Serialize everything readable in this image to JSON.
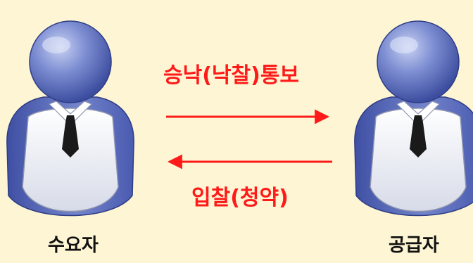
{
  "participants": {
    "left": {
      "label": "수요자",
      "icon": "businessman-icon"
    },
    "right": {
      "label": "공급자",
      "icon": "businessman-icon"
    }
  },
  "messages": {
    "top": {
      "label": "승낙(낙찰)통보",
      "direction": "right"
    },
    "bottom": {
      "label": "입찰(청약)",
      "direction": "left"
    }
  },
  "colors": {
    "background": "#fdf5d3",
    "arrow": "#ff1a1a",
    "label_text": "#ff1a1a",
    "role_text": "#111111",
    "person_blue": "#5d6fc0",
    "shirt_white": "#eef0f6"
  }
}
